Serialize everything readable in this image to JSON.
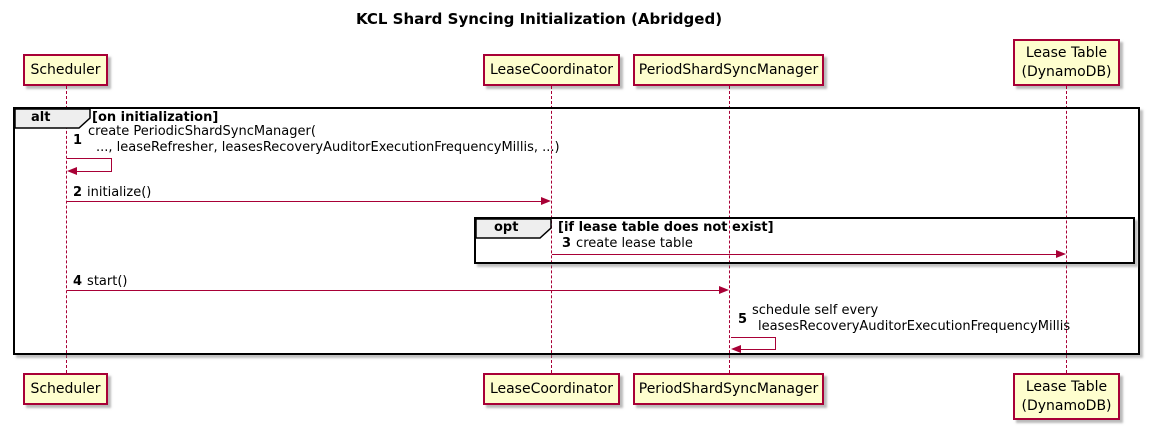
{
  "title": "KCL Shard Syncing Initialization (Abridged)",
  "actors": [
    {
      "id": "scheduler",
      "label": "Scheduler"
    },
    {
      "id": "leasecoordinator",
      "label": "LeaseCoordinator"
    },
    {
      "id": "periodshardsyncmanager",
      "label": "PeriodShardSyncManager"
    },
    {
      "id": "leasetable",
      "label": "Lease Table\n(DynamoDB)"
    }
  ],
  "frames": {
    "alt": {
      "operator": "alt",
      "guard": "[on initialization]"
    },
    "opt": {
      "operator": "opt",
      "guard": "[if lease table does not exist]"
    }
  },
  "messages": [
    {
      "num": "1",
      "from": "scheduler",
      "to": "scheduler",
      "line1": "create PeriodicShardSyncManager(",
      "line2": "..., leaseRefresher, leasesRecoveryAuditorExecutionFrequencyMillis, ...)"
    },
    {
      "num": "2",
      "from": "scheduler",
      "to": "leasecoordinator",
      "text": "initialize()"
    },
    {
      "num": "3",
      "from": "leasecoordinator",
      "to": "leasetable",
      "text": "create lease table"
    },
    {
      "num": "4",
      "from": "scheduler",
      "to": "periodshardsyncmanager",
      "text": "start()"
    },
    {
      "num": "5",
      "from": "periodshardsyncmanager",
      "to": "periodshardsyncmanager",
      "line1": "schedule self every",
      "line2": "leasesRecoveryAuditorExecutionFrequencyMillis"
    }
  ],
  "colors": {
    "participant_fill": "#FEFECE",
    "participant_border": "#A80036",
    "lifeline": "#A80036",
    "arrow": "#A80036",
    "frame_border": "#000000",
    "operator_tab_fill": "#EEEEEE",
    "text": "#000000"
  }
}
